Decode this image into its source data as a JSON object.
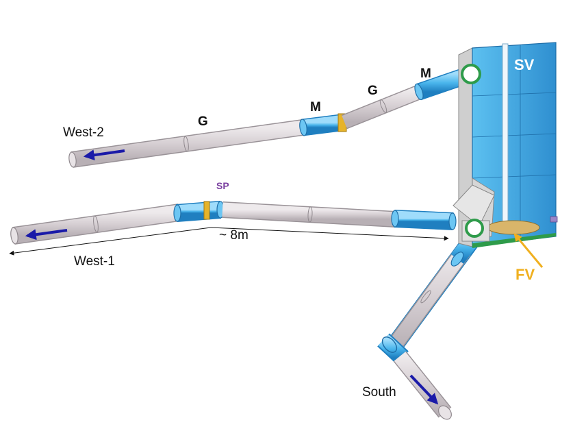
{
  "labels": {
    "west2": "West-2",
    "west1": "West-1",
    "south": "South",
    "g_west2": "G",
    "g_upper": "G",
    "m_mid": "M",
    "m_upper": "M",
    "sp": "SP",
    "distance": "~ 8m",
    "sv": "SV",
    "fv": "FV"
  },
  "colors": {
    "pipe": "#d9d3d6",
    "pipe_outline": "#9a9398",
    "module": "#49b5ec",
    "module_dark": "#1f7fc0",
    "vessel": "#4aaee3",
    "vessel_side": "#2f8fd0",
    "flow_arrow": "#1a1aa8",
    "gate": "#e6b32a",
    "flange": "#2e9b4a",
    "sp_label": "#7a3fa0",
    "fv_label": "#f0b020"
  },
  "icons": {
    "flow": "flow-arrow-icon",
    "gate": "gate-valve-icon",
    "dimension": "dimension-arrow-icon"
  }
}
